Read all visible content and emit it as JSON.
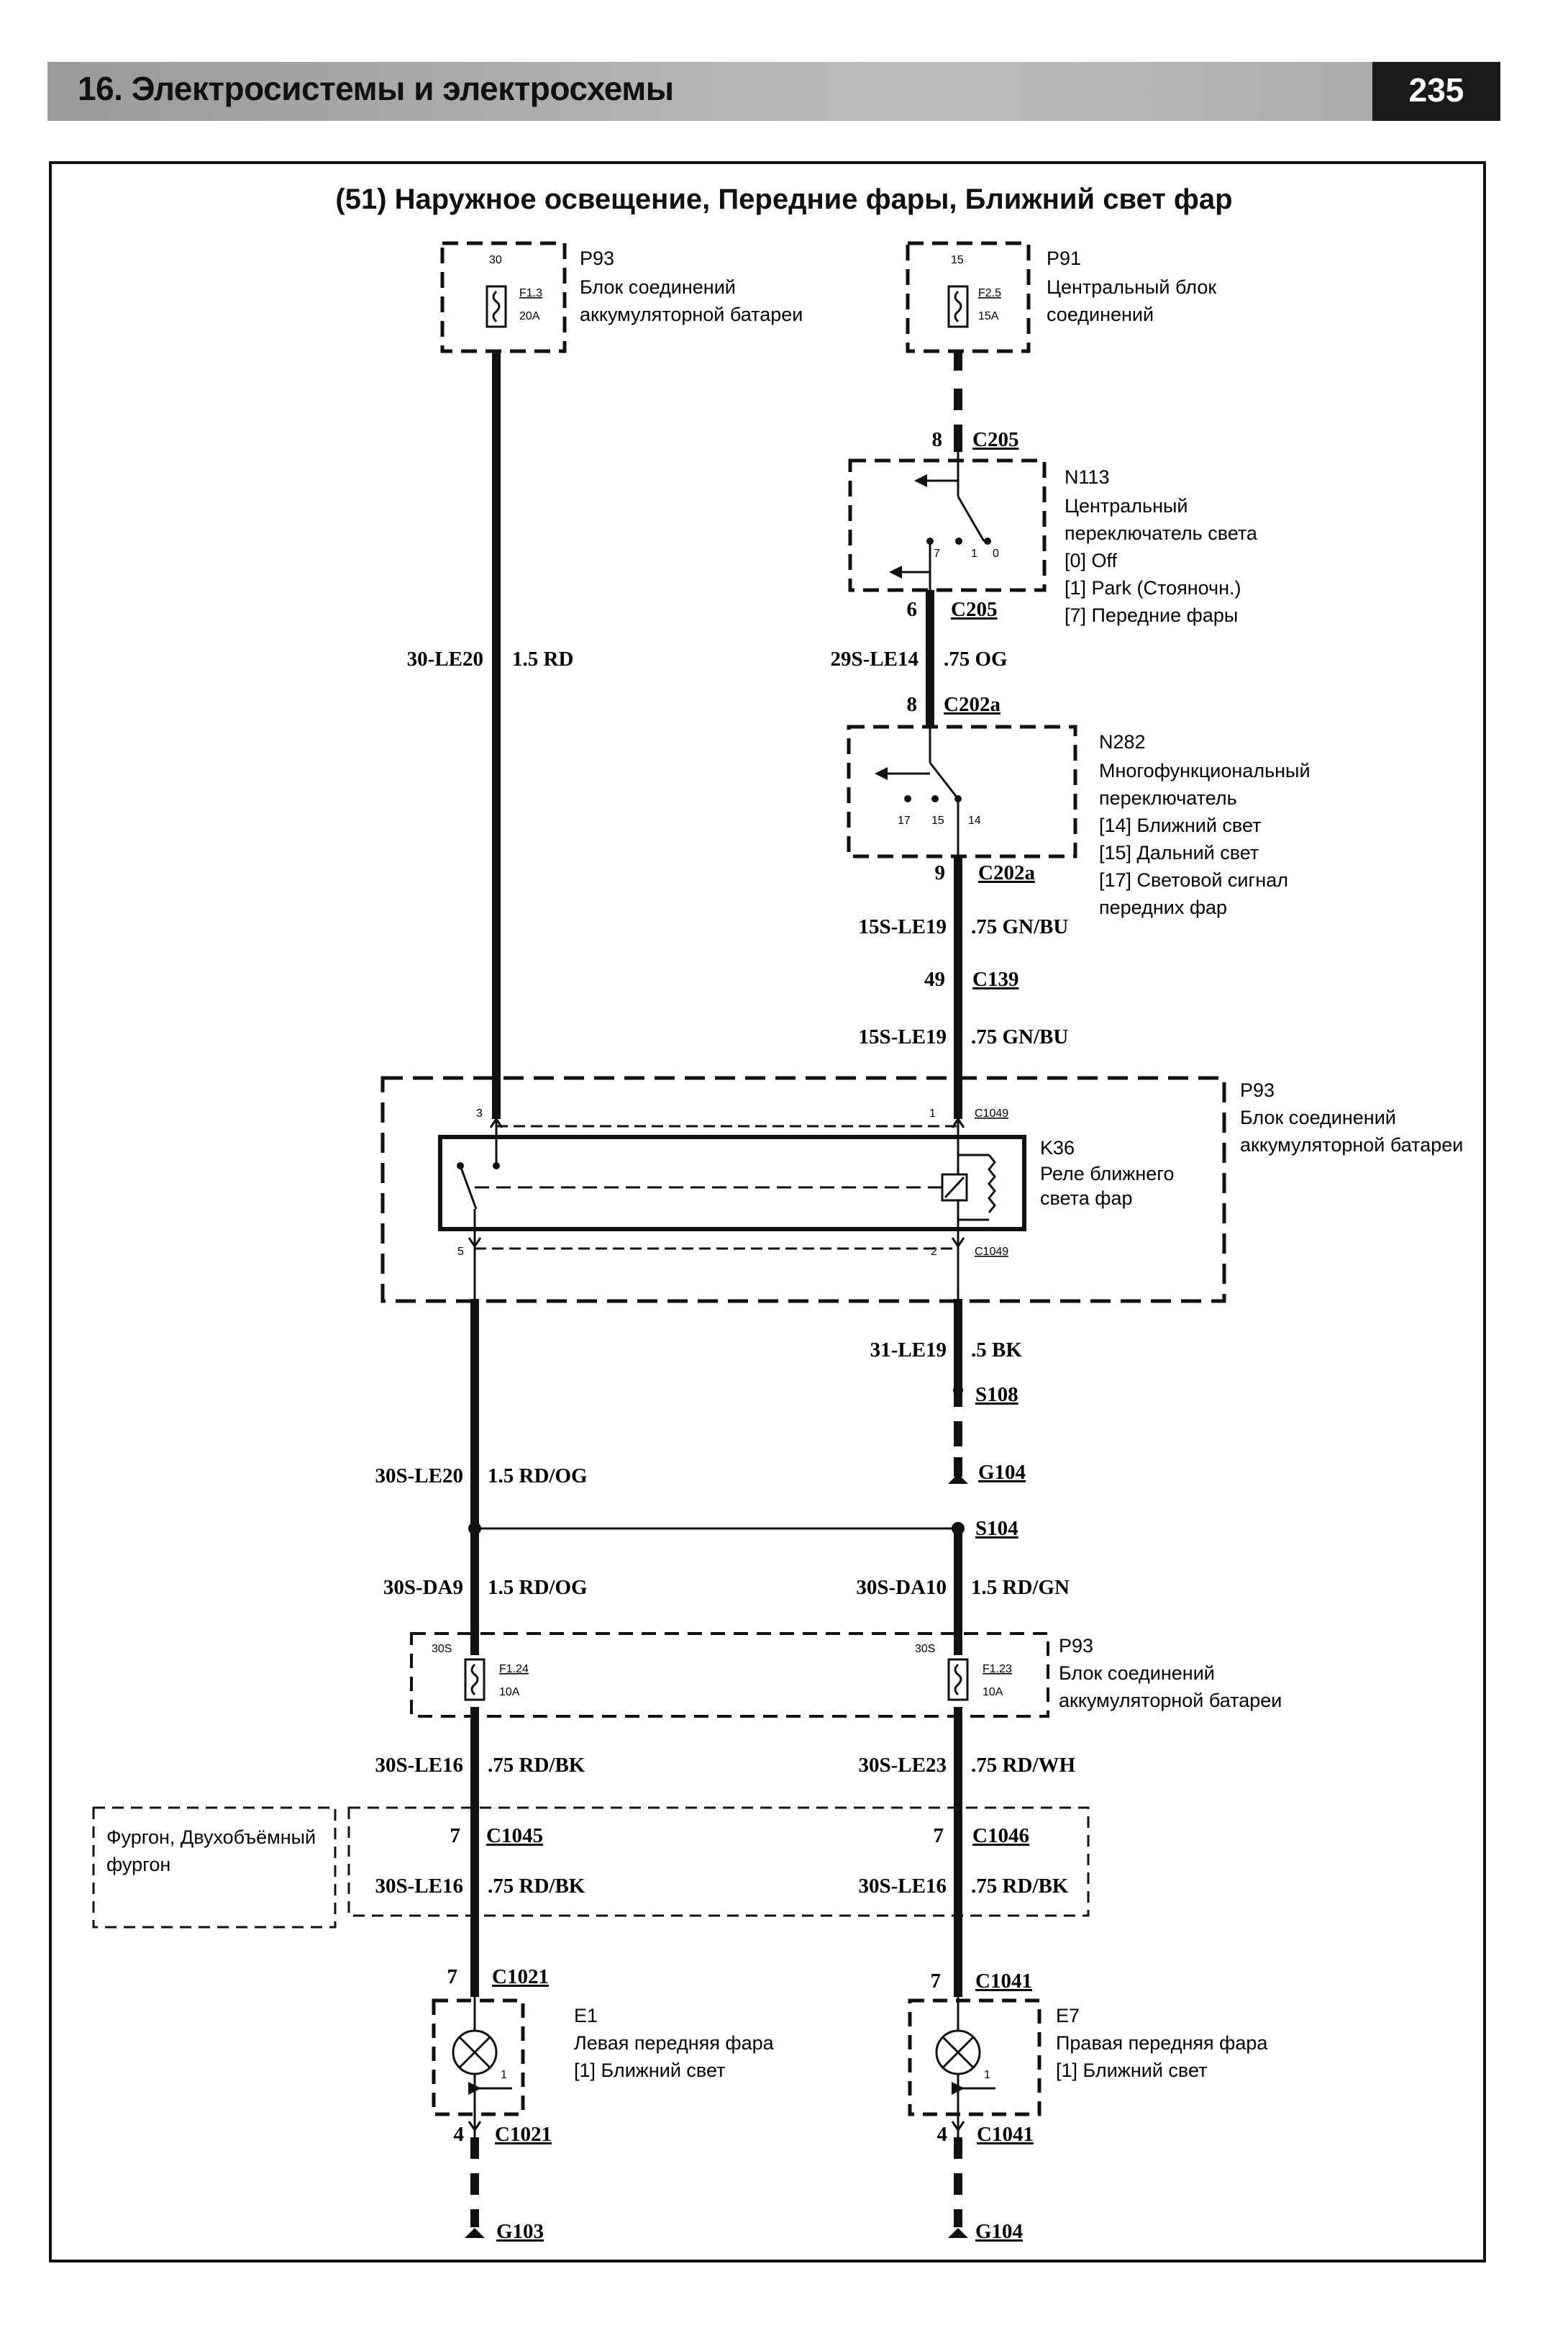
{
  "header": {
    "section_title": "16. Электросистемы и электросхемы",
    "page_number": "235"
  },
  "diagram": {
    "title": "(51) Наружное освещение, Передние фары, Ближний свет фар",
    "components": {
      "p93_top": {
        "id": "P93",
        "desc1": "Блок соединений",
        "desc2": "аккумуляторной батареи",
        "pin": "30",
        "fuse": "F1.3",
        "rating": "20A"
      },
      "p91": {
        "id": "P91",
        "desc1": "Центральный блок",
        "desc2": "соединений",
        "pin": "15",
        "fuse": "F2.5",
        "rating": "15A"
      },
      "n113": {
        "id": "N113",
        "desc1": "Центральный",
        "desc2": "переключатель света",
        "pos0": "[0] Off",
        "pos1": "[1] Park (Стояночн.)",
        "pos7": "[7] Передние фары",
        "t7": "7",
        "t1": "1",
        "t0": "0"
      },
      "n282": {
        "id": "N282",
        "desc1": "Многофункциональный",
        "desc2": "переключатель",
        "pos14": "[14] Ближний свет",
        "pos15": "[15] Дальний свет",
        "pos17a": "[17] Световой сигнал",
        "pos17b": "передних фар",
        "t17": "17",
        "t15": "15",
        "t14": "14"
      },
      "p93_mid": {
        "id": "P93",
        "desc1": "Блок соединений",
        "desc2": "аккумуляторной батареи"
      },
      "k36": {
        "id": "K36",
        "desc1": "Реле ближнего",
        "desc2": "света фар",
        "pin3": "3",
        "pin1": "1",
        "pin5": "5",
        "pin2": "2",
        "conn": "C1049"
      },
      "p93_bot": {
        "id": "P93",
        "desc1": "Блок соединений",
        "desc2": "аккумуляторной батареи",
        "pin_l": "30S",
        "fuse_l": "F1.24",
        "rating_l": "10A",
        "pin_r": "30S",
        "fuse_r": "F1.23",
        "rating_r": "10A"
      },
      "variant": {
        "line1": "Фургон, Двухобъёмный",
        "line2": "фургон"
      },
      "e1": {
        "id": "E1",
        "desc1": "Левая передняя фара",
        "desc2": "[1] Ближний свет",
        "pin": "1"
      },
      "e7": {
        "id": "E7",
        "desc1": "Правая передняя фара",
        "desc2": "[1] Ближний свет",
        "pin": "1"
      }
    },
    "wires": {
      "w_30le20": {
        "code": "30-LE20",
        "gauge": "1.5 RD"
      },
      "w_29sle14": {
        "code": "29S-LE14",
        "gauge": ".75 OG"
      },
      "w_15sle19a": {
        "code": "15S-LE19",
        "gauge": ".75 GN/BU"
      },
      "w_15sle19b": {
        "code": "15S-LE19",
        "gauge": ".75 GN/BU"
      },
      "w_31le19": {
        "code": "31-LE19",
        "gauge": ".5 BK"
      },
      "w_30sle20": {
        "code": "30S-LE20",
        "gauge": "1.5 RD/OG"
      },
      "w_30sda9": {
        "code": "30S-DA9",
        "gauge": "1.5 RD/OG"
      },
      "w_30sda10": {
        "code": "30S-DA10",
        "gauge": "1.5 RD/GN"
      },
      "w_30sle16a": {
        "code": "30S-LE16",
        "gauge": ".75 RD/BK"
      },
      "w_30sle23": {
        "code": "30S-LE23",
        "gauge": ".75 RD/WH"
      },
      "w_30sle16b": {
        "code": "30S-LE16",
        "gauge": ".75 RD/BK"
      },
      "w_30sle16c": {
        "code": "30S-LE16",
        "gauge": ".75 RD/BK"
      }
    },
    "connectors": {
      "c205_top": {
        "pin": "8",
        "name": "C205"
      },
      "c205_bot": {
        "pin": "6",
        "name": "C205"
      },
      "c202a_top": {
        "pin": "8",
        "name": "C202a"
      },
      "c202a_bot": {
        "pin": "9",
        "name": "C202a"
      },
      "c139": {
        "pin": "49",
        "name": "C139"
      },
      "s108": {
        "name": "S108"
      },
      "g104_mid": {
        "name": "G104"
      },
      "s104": {
        "name": "S104"
      },
      "c1045": {
        "pin": "7",
        "name": "C1045"
      },
      "c1046": {
        "pin": "7",
        "name": "C1046"
      },
      "c1021_top": {
        "pin": "7",
        "name": "C1021"
      },
      "c1041_top": {
        "pin": "7",
        "name": "C1041"
      },
      "c1021_bot": {
        "pin": "4",
        "name": "C1021"
      },
      "c1041_bot": {
        "pin": "4",
        "name": "C1041"
      },
      "g103": {
        "name": "G103"
      },
      "g104_bot": {
        "name": "G104"
      }
    }
  }
}
